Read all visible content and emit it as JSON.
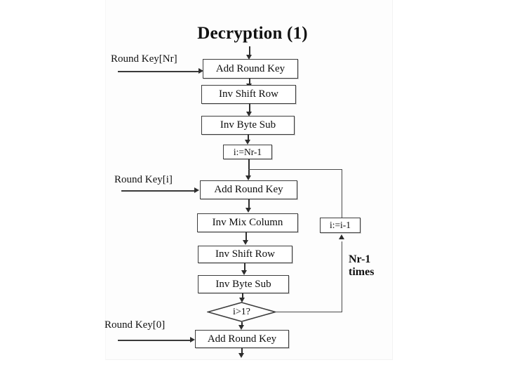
{
  "slide": {
    "title": "Decryption (1)",
    "background_color": "#ffffff",
    "frame_color": "#fdfdfd",
    "ink_color": "#2e2e2e"
  },
  "diagram": {
    "type": "flowchart",
    "orientation": "top-to-bottom",
    "nodes": [
      {
        "id": "ark_nr",
        "shape": "process",
        "label": "Add Round Key"
      },
      {
        "id": "isr_1",
        "shape": "process",
        "label": "Inv Shift Row"
      },
      {
        "id": "ibs_1",
        "shape": "process",
        "label": "Inv Byte Sub"
      },
      {
        "id": "init_i",
        "shape": "process",
        "label": "i:=Nr-1"
      },
      {
        "id": "ark_i",
        "shape": "process",
        "label": "Add Round Key"
      },
      {
        "id": "imc",
        "shape": "process",
        "label": "Inv Mix Column"
      },
      {
        "id": "isr_2",
        "shape": "process",
        "label": "Inv Shift Row"
      },
      {
        "id": "ibs_2",
        "shape": "process",
        "label": "Inv Byte Sub"
      },
      {
        "id": "dec_i",
        "shape": "process",
        "label": "i:=i-1"
      },
      {
        "id": "cond",
        "shape": "decision",
        "label": "i>1?"
      },
      {
        "id": "ark_0",
        "shape": "process",
        "label": "Add Round Key"
      }
    ],
    "key_inputs": [
      {
        "id": "key_nr",
        "label": "Round Key[Nr]",
        "target": "ark_nr"
      },
      {
        "id": "key_i",
        "label": "Round Key[i]",
        "target": "ark_i"
      },
      {
        "id": "key_0",
        "label": "Round Key[0]",
        "target": "ark_0"
      }
    ],
    "annotations": [
      {
        "id": "loop_count",
        "line1": "Nr-1",
        "line2": "times"
      }
    ],
    "edges": [
      {
        "from": "input",
        "to": "ark_nr"
      },
      {
        "from": "ark_nr",
        "to": "isr_1"
      },
      {
        "from": "isr_1",
        "to": "ibs_1"
      },
      {
        "from": "ibs_1",
        "to": "init_i"
      },
      {
        "from": "init_i",
        "to": "ark_i"
      },
      {
        "from": "ark_i",
        "to": "imc"
      },
      {
        "from": "imc",
        "to": "isr_2"
      },
      {
        "from": "isr_2",
        "to": "ibs_2"
      },
      {
        "from": "ibs_2",
        "to": "cond"
      },
      {
        "from": "cond",
        "to": "dec_i",
        "branch": "yes"
      },
      {
        "from": "dec_i",
        "to": "ark_i",
        "branch": "loop-back"
      },
      {
        "from": "cond",
        "to": "ark_0",
        "branch": "no"
      },
      {
        "from": "ark_0",
        "to": "output"
      }
    ]
  }
}
